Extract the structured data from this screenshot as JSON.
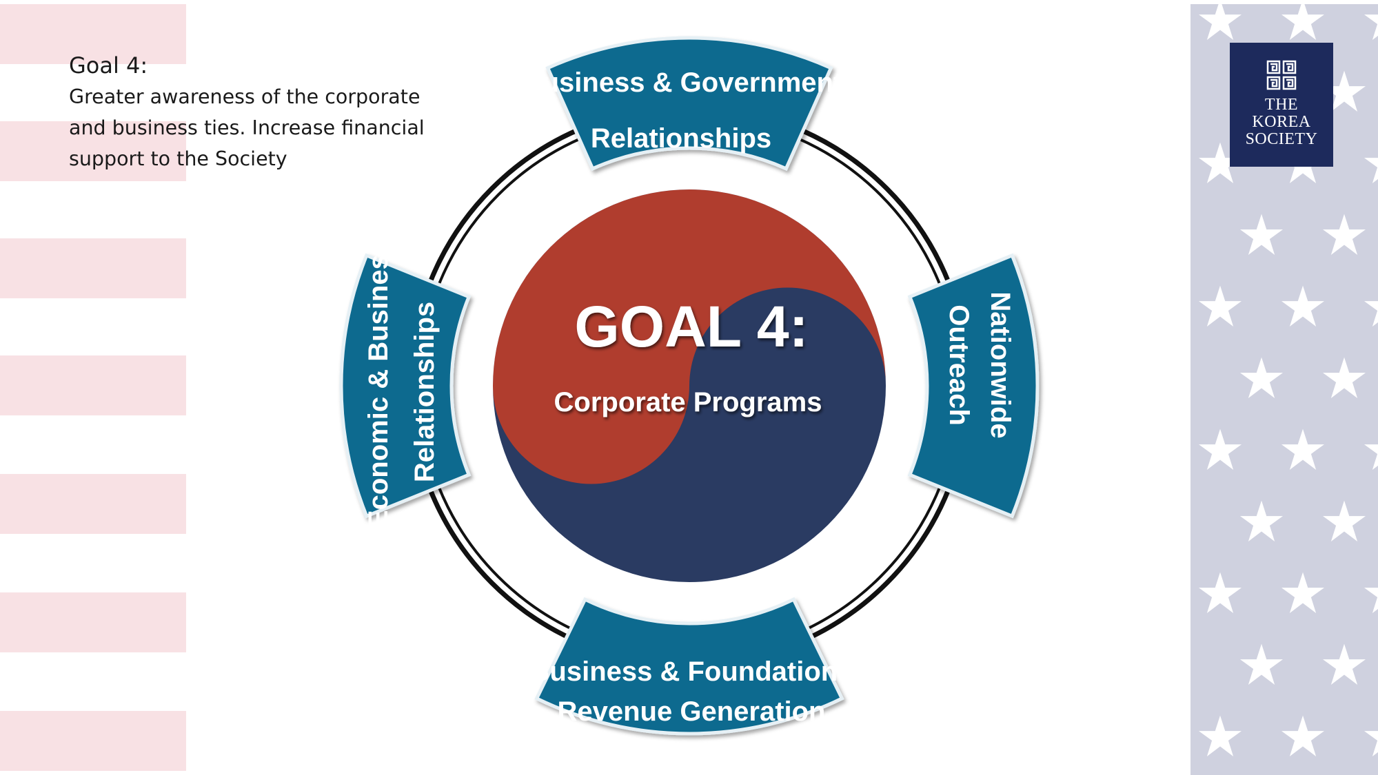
{
  "intro": {
    "title": "Goal 4:",
    "body": "Greater awareness of the corporate and business ties. Increase financial support to the Society"
  },
  "logo": {
    "lines": [
      "THE",
      "KOREA",
      "SOCIETY"
    ]
  },
  "center": {
    "title": "GOAL 4:",
    "subtitle": "Corporate Programs"
  },
  "segments": {
    "top": {
      "lines": [
        "Business & Government",
        "Relationships"
      ]
    },
    "left": {
      "lines": [
        "Economic & Business",
        "Relationships"
      ]
    },
    "right": {
      "lines": [
        "Nationwide",
        "Outreach"
      ]
    },
    "bottom": {
      "lines": [
        "Business & Foundations",
        "Revenue Generation"
      ]
    }
  },
  "colors": {
    "segment_fill": "#0a6a8f",
    "segment_border": "#e6f0f5",
    "red": "#b03c2d",
    "blue": "#2b3a62",
    "ring": "#111111",
    "left_stripes": "#f8e1e4",
    "star_panel": "#cfd1df",
    "logo_bg": "#1d2a5c"
  }
}
